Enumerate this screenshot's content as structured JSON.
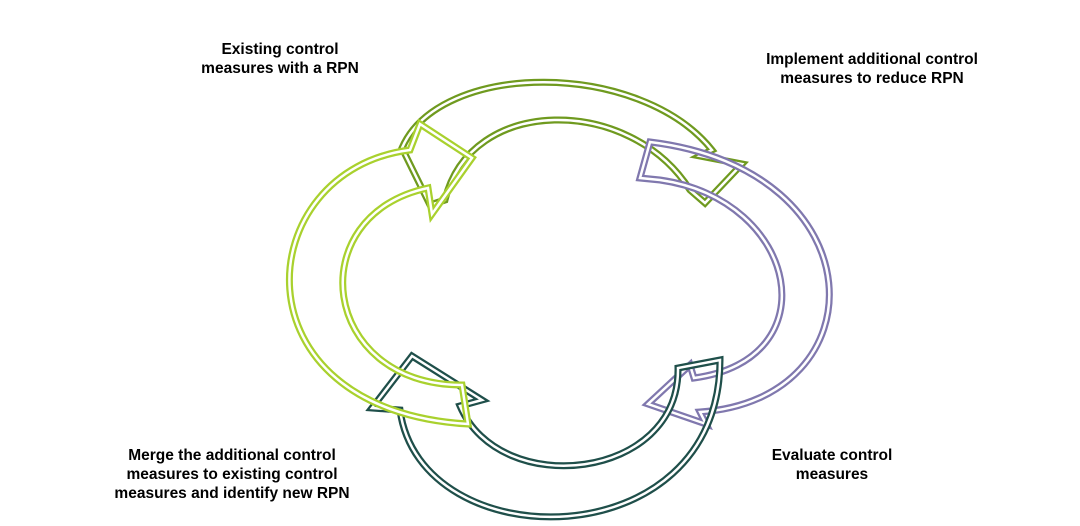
{
  "diagram": {
    "steps": [
      {
        "id": "existing",
        "lines": [
          "Existing control",
          "measures with a RPN"
        ],
        "color": "#6f9a1f"
      },
      {
        "id": "implement",
        "lines": [
          "Implement additional control",
          "measures to reduce RPN"
        ],
        "color": "#8078ae"
      },
      {
        "id": "evaluate",
        "lines": [
          "Evaluate control",
          "measures"
        ],
        "color": "#1f4f4a"
      },
      {
        "id": "merge",
        "lines": [
          "Merge the additional control",
          "measures to  existing control",
          "measures and identify new RPN"
        ],
        "color": "#a9d12e"
      }
    ]
  }
}
